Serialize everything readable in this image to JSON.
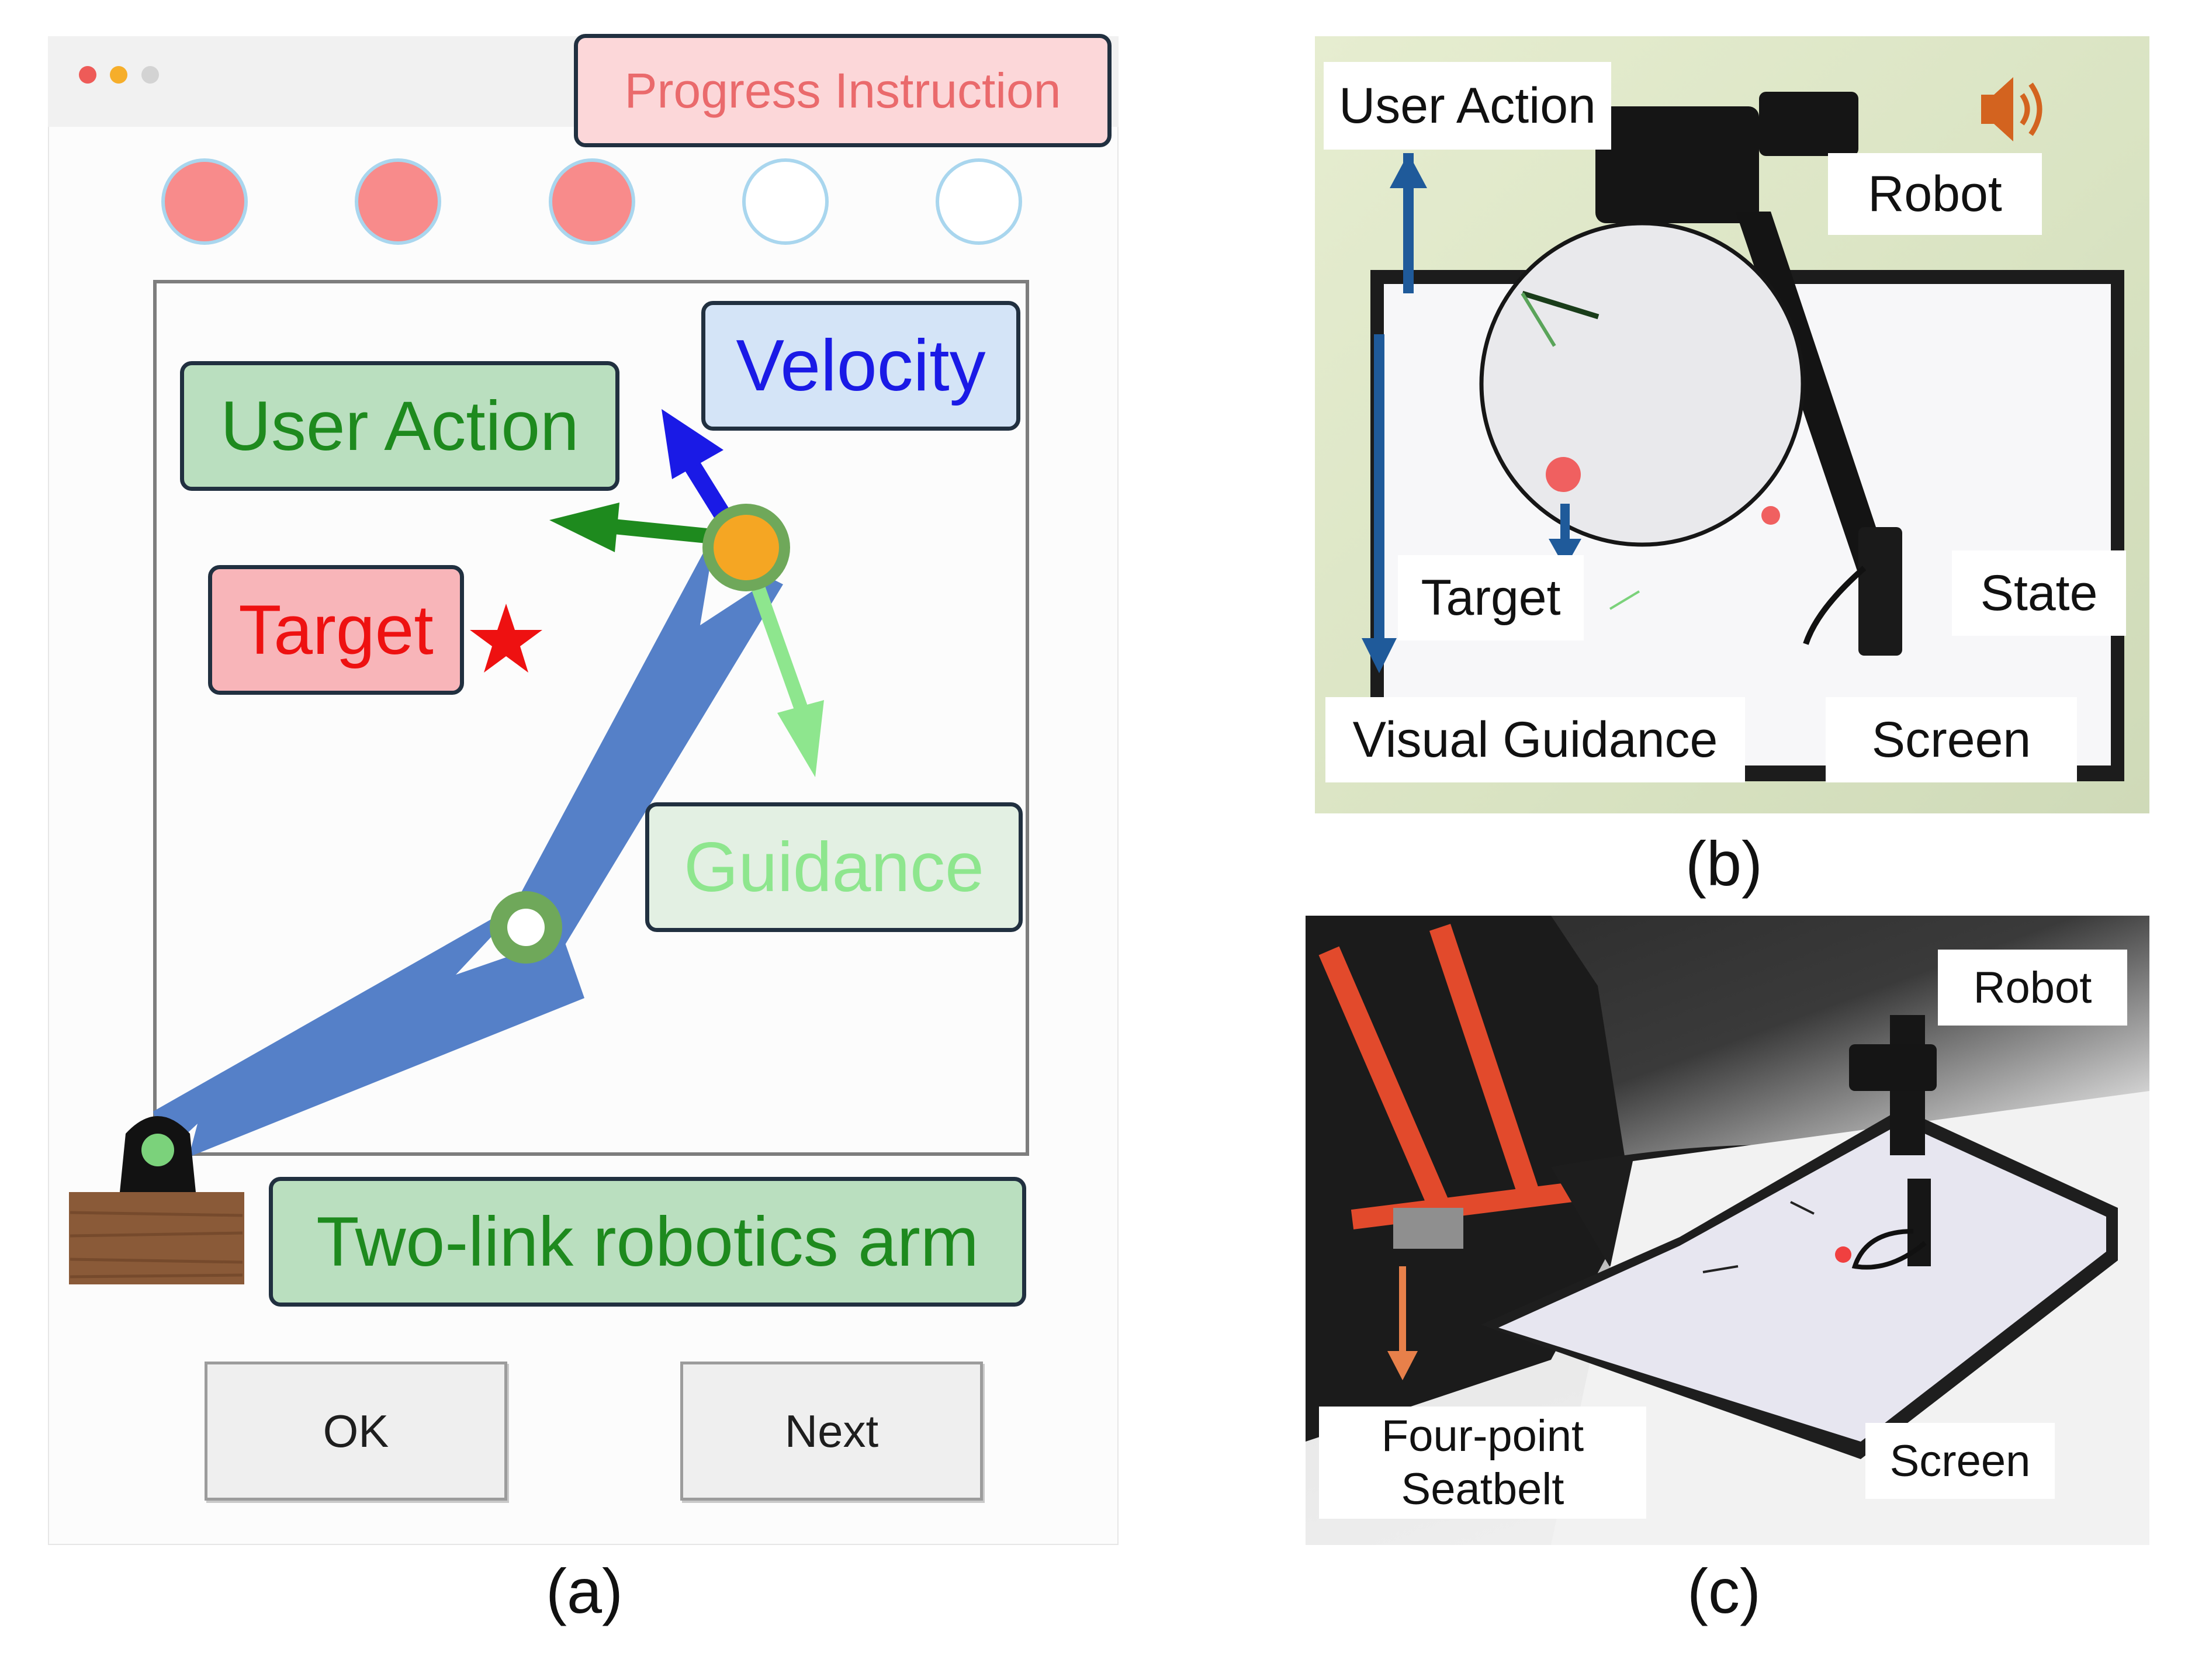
{
  "panel_a": {
    "header_badge": "Progress Instruction",
    "progress_steps": [
      true,
      true,
      true,
      false,
      false
    ],
    "labels": {
      "velocity": "Velocity",
      "user_action": "User Action",
      "target": "Target",
      "guidance": "Guidance",
      "arm": "Two-link robotics arm"
    },
    "buttons": {
      "ok": "OK",
      "next": "Next"
    },
    "caption": "(a)",
    "colors": {
      "velocity_arrow": "#1a1ae6",
      "user_action_arrow": "#1e8a1e",
      "guidance_arrow": "#8ee68e",
      "target_star": "#ee1111",
      "arm": "#5580c8",
      "progress_done": "#f88b8b"
    }
  },
  "panel_b": {
    "labels": {
      "user_action": "User Action",
      "robot": "Robot",
      "target": "Target",
      "state": "State",
      "visual_guidance": "Visual Guidance",
      "screen": "Screen"
    },
    "caption": "(b)"
  },
  "panel_c": {
    "labels": {
      "robot": "Robot",
      "seatbelt_line1": "Four-point",
      "seatbelt_line2": "Seatbelt",
      "screen": "Screen"
    },
    "caption": "(c)"
  }
}
